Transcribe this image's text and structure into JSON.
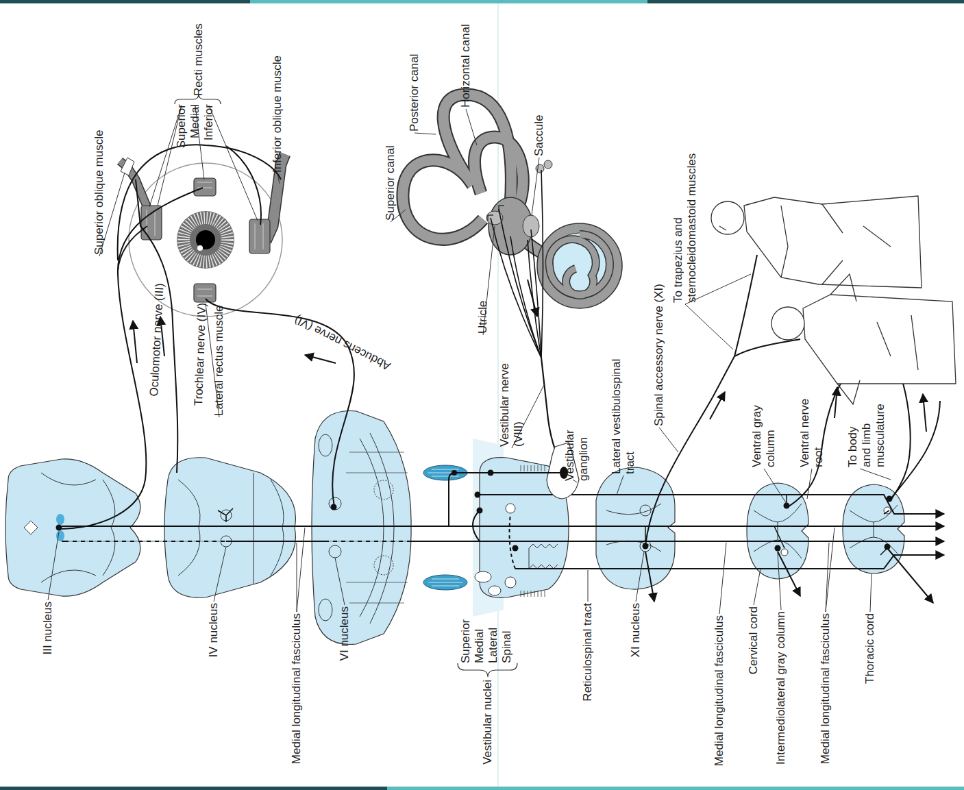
{
  "diagram": {
    "labels": [
      "III nucleus",
      "IV nucleus",
      "Medial longitudinal fasciculus",
      "VI nucleus",
      "Superior",
      "Medial",
      "Lateral",
      "Spinal",
      "Vestibular nuclei",
      "Reticulospinal tract",
      "XI nucleus",
      "Medial longitudinal fasciculus",
      "Cervical cord",
      "Intermediolateral gray column",
      "Medial longitudinal fasciculus",
      "Thoracic cord",
      "Superior oblique muscle",
      "Superior",
      "Medial",
      "Inferior",
      "Recti muscles",
      "Inferior oblique muscle",
      "Oculomotor nerve (III)",
      "Trochlear nerve (IV)",
      "Lateral rectus muscle",
      "Abducens nerve (VI)",
      "Superior canal",
      "Posterior canal",
      "Horizontal canal",
      "Saccule",
      "Utricle",
      "Vestibular nerve (VIII)",
      "Vestibular ganglion",
      "Lateral vestibulospinal tract",
      "Spinal accessory nerve (XI)",
      "To trapezius and sternocleidomastoid muscles",
      "Ventral gray column",
      "Ventral nerve root",
      "To body and limb musculature"
    ]
  }
}
